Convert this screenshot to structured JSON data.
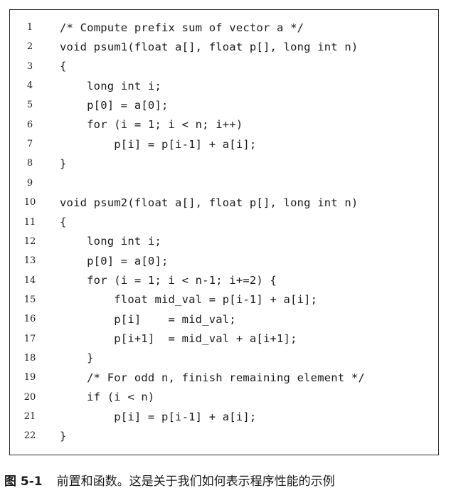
{
  "code_lines": [
    {
      "num": "1",
      "code": "/* Compute prefix sum of vector a */"
    },
    {
      "num": "2",
      "code": "void psum1(float a[], float p[], long int n)"
    },
    {
      "num": "3",
      "code": "{"
    },
    {
      "num": "4",
      "code": "    long int i;"
    },
    {
      "num": "5",
      "code": "    p[0] = a[0];"
    },
    {
      "num": "6",
      "code": "    for (i = 1; i < n; i++)"
    },
    {
      "num": "7",
      "code": "        p[i] = p[i-1] + a[i];"
    },
    {
      "num": "8",
      "code": "}"
    },
    {
      "num": "9",
      "code": ""
    },
    {
      "num": "10",
      "code": "void psum2(float a[], float p[], long int n)"
    },
    {
      "num": "11",
      "code": "{"
    },
    {
      "num": "12",
      "code": "    long int i;"
    },
    {
      "num": "13",
      "code": "    p[0] = a[0];"
    },
    {
      "num": "14",
      "code": "    for (i = 1; i < n-1; i+=2) {"
    },
    {
      "num": "15",
      "code": "        float mid_val = p[i-1] + a[i];"
    },
    {
      "num": "16",
      "code": "        p[i]    = mid_val;"
    },
    {
      "num": "17",
      "code": "        p[i+1]  = mid_val + a[i+1];"
    },
    {
      "num": "18",
      "code": "    }"
    },
    {
      "num": "19",
      "code": "    /* For odd n, finish remaining element */"
    },
    {
      "num": "20",
      "code": "    if (i < n)"
    },
    {
      "num": "21",
      "code": "        p[i] = p[i-1] + a[i];"
    },
    {
      "num": "22",
      "code": "}"
    }
  ],
  "caption": {
    "label": "图 5-1",
    "text": "前置和函数。这是关于我们如何表示程序性能的示例"
  }
}
